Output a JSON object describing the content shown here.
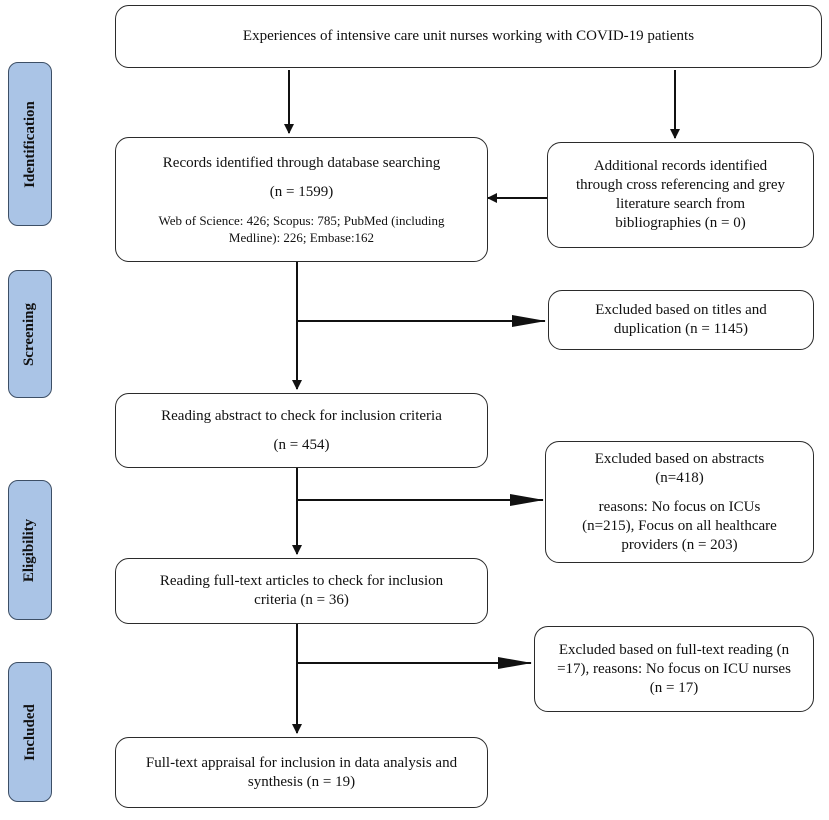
{
  "top": {
    "text": "Experiences of intensive care unit nurses working with COVID-19 patients"
  },
  "phases": {
    "identification": "Identification",
    "screening": "Screening",
    "eligibility": "Eligibility",
    "included": "Included"
  },
  "records": {
    "line1": "Records identified through database searching",
    "line2": "(n = 1599)",
    "line3": "Web of Science: 426; Scopus: 785; PubMed (including",
    "line4": "Medline): 226; Embase:162"
  },
  "additional": {
    "line1": "Additional records identified",
    "line2": "through cross referencing and grey",
    "line3": "literature search from",
    "line4": "bibliographies (n = 0)"
  },
  "excluded_titles": {
    "line1": "Excluded based on titles and",
    "line2": "duplication (n = 1145)"
  },
  "abstract": {
    "line1": "Reading abstract to check for inclusion criteria",
    "line2": "(n = 454)"
  },
  "excluded_abstracts": {
    "line1": "Excluded based on abstracts",
    "line2": "(n=418)",
    "line3": "reasons: No focus on ICUs",
    "line4": "(n=215), Focus on all healthcare",
    "line5": "providers (n = 203)"
  },
  "fulltext": {
    "line1": "Reading full-text articles to check for inclusion",
    "line2": "criteria (n = 36)"
  },
  "excluded_fulltext": {
    "line1": "Excluded based on full-text reading (n",
    "line2": "=17), reasons: No focus on ICU nurses",
    "line3": "(n = 17)"
  },
  "appraisal": {
    "line1": "Full-text appraisal for inclusion in data analysis and",
    "line2": "synthesis (n = 19)"
  }
}
